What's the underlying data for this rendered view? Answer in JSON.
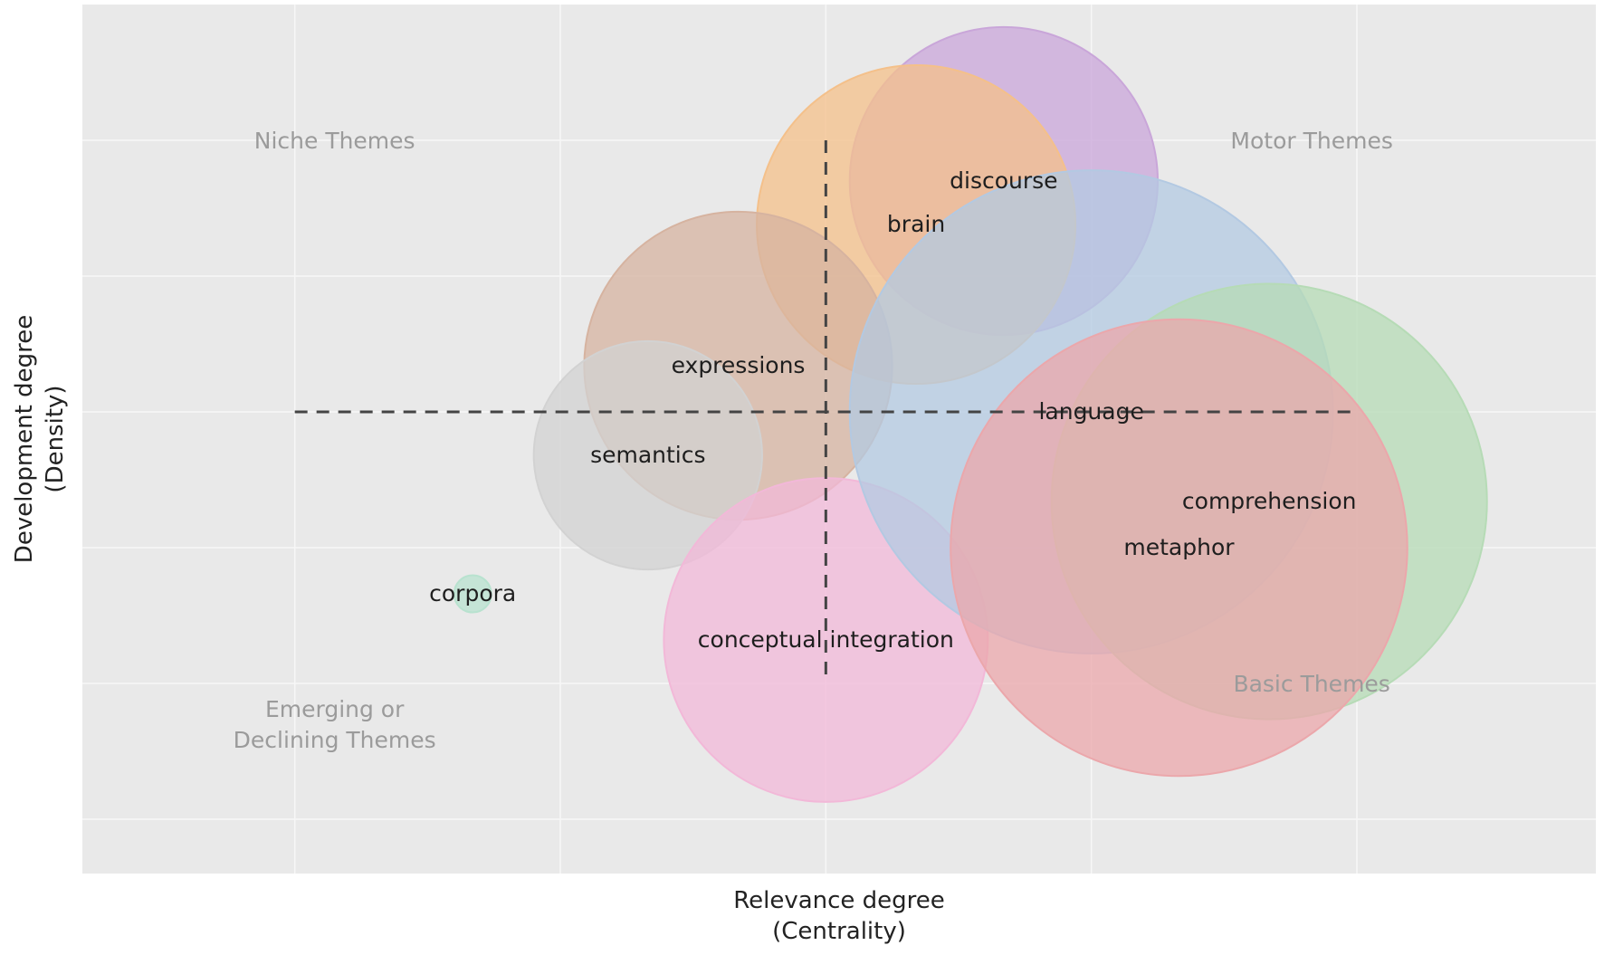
{
  "chart_data": {
    "type": "scatter",
    "variant": "bubble",
    "xlabel": [
      "Relevance degree",
      "(Centrality)"
    ],
    "ylabel": [
      "Development degree",
      "(Density)"
    ],
    "grid": true,
    "background": "#e9e9e9",
    "grid_color": "#f7f7f7",
    "reference_lines": {
      "x": 0.0,
      "y": 0.0,
      "style": "dashed"
    },
    "xlim": [
      -2.8,
      2.9
    ],
    "ylim": [
      -1.7,
      1.5
    ],
    "quadrant_labels": [
      {
        "text": [
          "Niche Themes"
        ],
        "position": "top-left"
      },
      {
        "text": [
          "Motor Themes"
        ],
        "position": "top-right"
      },
      {
        "text": [
          "Emerging or",
          "Declining Themes"
        ],
        "position": "bottom-left"
      },
      {
        "text": [
          "Basic Themes"
        ],
        "position": "bottom-right"
      }
    ],
    "series": [
      {
        "label": "discourse",
        "x": 0.67,
        "y": 0.85,
        "size": 0.58,
        "color": "#c9a6d9"
      },
      {
        "label": "brain",
        "x": 0.34,
        "y": 0.69,
        "size": 0.6,
        "color": "#f4c08a"
      },
      {
        "label": "expressions",
        "x": -0.33,
        "y": 0.17,
        "size": 0.58,
        "color": "#d6b3a0"
      },
      {
        "label": "semantics",
        "x": -0.67,
        "y": -0.16,
        "size": 0.43,
        "color": "#d2d2d2"
      },
      {
        "label": "corpora",
        "x": -1.33,
        "y": -0.67,
        "size": 0.07,
        "color": "#b8e2cf"
      },
      {
        "label": "conceptual integration",
        "x": 0.0,
        "y": -0.84,
        "size": 0.61,
        "color": "#f2b8d8"
      },
      {
        "label": "language",
        "x": 1.0,
        "y": 0.0,
        "size": 0.91,
        "color": "#b3c9e2"
      },
      {
        "label": "comprehension",
        "x": 1.67,
        "y": -0.33,
        "size": 0.82,
        "color": "#b6dbb6"
      },
      {
        "label": "metaphor",
        "x": 1.33,
        "y": -0.5,
        "size": 0.86,
        "color": "#eba7ab"
      }
    ]
  }
}
